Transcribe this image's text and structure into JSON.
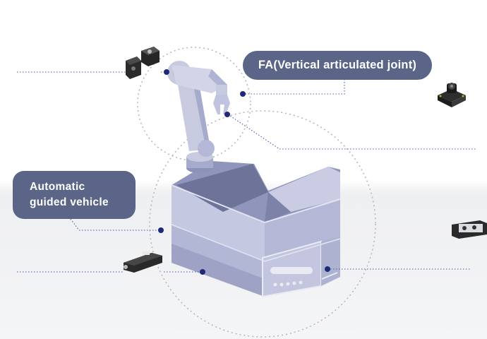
{
  "labels": {
    "fa": "FA(Vertical articulated joint)",
    "agv_line1": "Automatic",
    "agv_line2": "guided vehicle"
  },
  "colors": {
    "callout_bg": "#5a6587",
    "callout_text": "#ffffff",
    "leader_line": "#4c56a3",
    "marker_dot": "#1e2a78",
    "robot_light": "#c8cbe0",
    "robot_mid": "#a7abcb",
    "robot_dark": "#6d7399",
    "dashed_circle": "#b5b5b5"
  },
  "sensors": [
    {
      "icon": "reflective-sensor-icon"
    },
    {
      "icon": "camera-module-icon"
    },
    {
      "icon": "ranging-sensor-icon"
    },
    {
      "icon": "bumper-sensor-icon"
    }
  ]
}
